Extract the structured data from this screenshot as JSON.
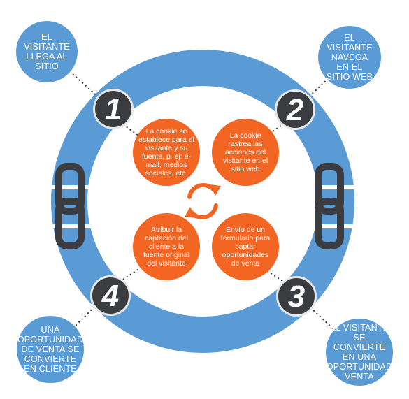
{
  "steps": [
    {
      "number": "1",
      "outer": "EL VISITANTE LLEGA AL SITIO",
      "inner": "La cookie se establece para el visitante y su fuente, p. ej: e-mail, medios sociales, etc."
    },
    {
      "number": "2",
      "outer": "EL VISITANTE NAVEGA EN EL SITIO WEB",
      "inner": "La cookie rastrea las acciones del visitante en el sitio web"
    },
    {
      "number": "3",
      "outer": "EL VISITANTE SE CONVIERTE EN UNA OPORTUNIDAD VENTA",
      "inner": "Envío de un formulario para captar oportunidades de venta"
    },
    {
      "number": "4",
      "outer": "UNA OPORTUNIDAD DE VENTA SE CONVIERTE EN CLIENTE",
      "inner": "Atribuir la captación del cliente a la fuente original del visitante"
    }
  ],
  "icons": {
    "center": "refresh-cycle-icon",
    "chain_left": "chain-link-icon",
    "chain_right": "chain-link-icon"
  },
  "colors": {
    "ring": "#5b9bd5",
    "bubble_outer": "#5b9bd5",
    "bubble_inner": "#f26522",
    "number_disc": "#3a3c40",
    "chain": "#3a3c40"
  }
}
